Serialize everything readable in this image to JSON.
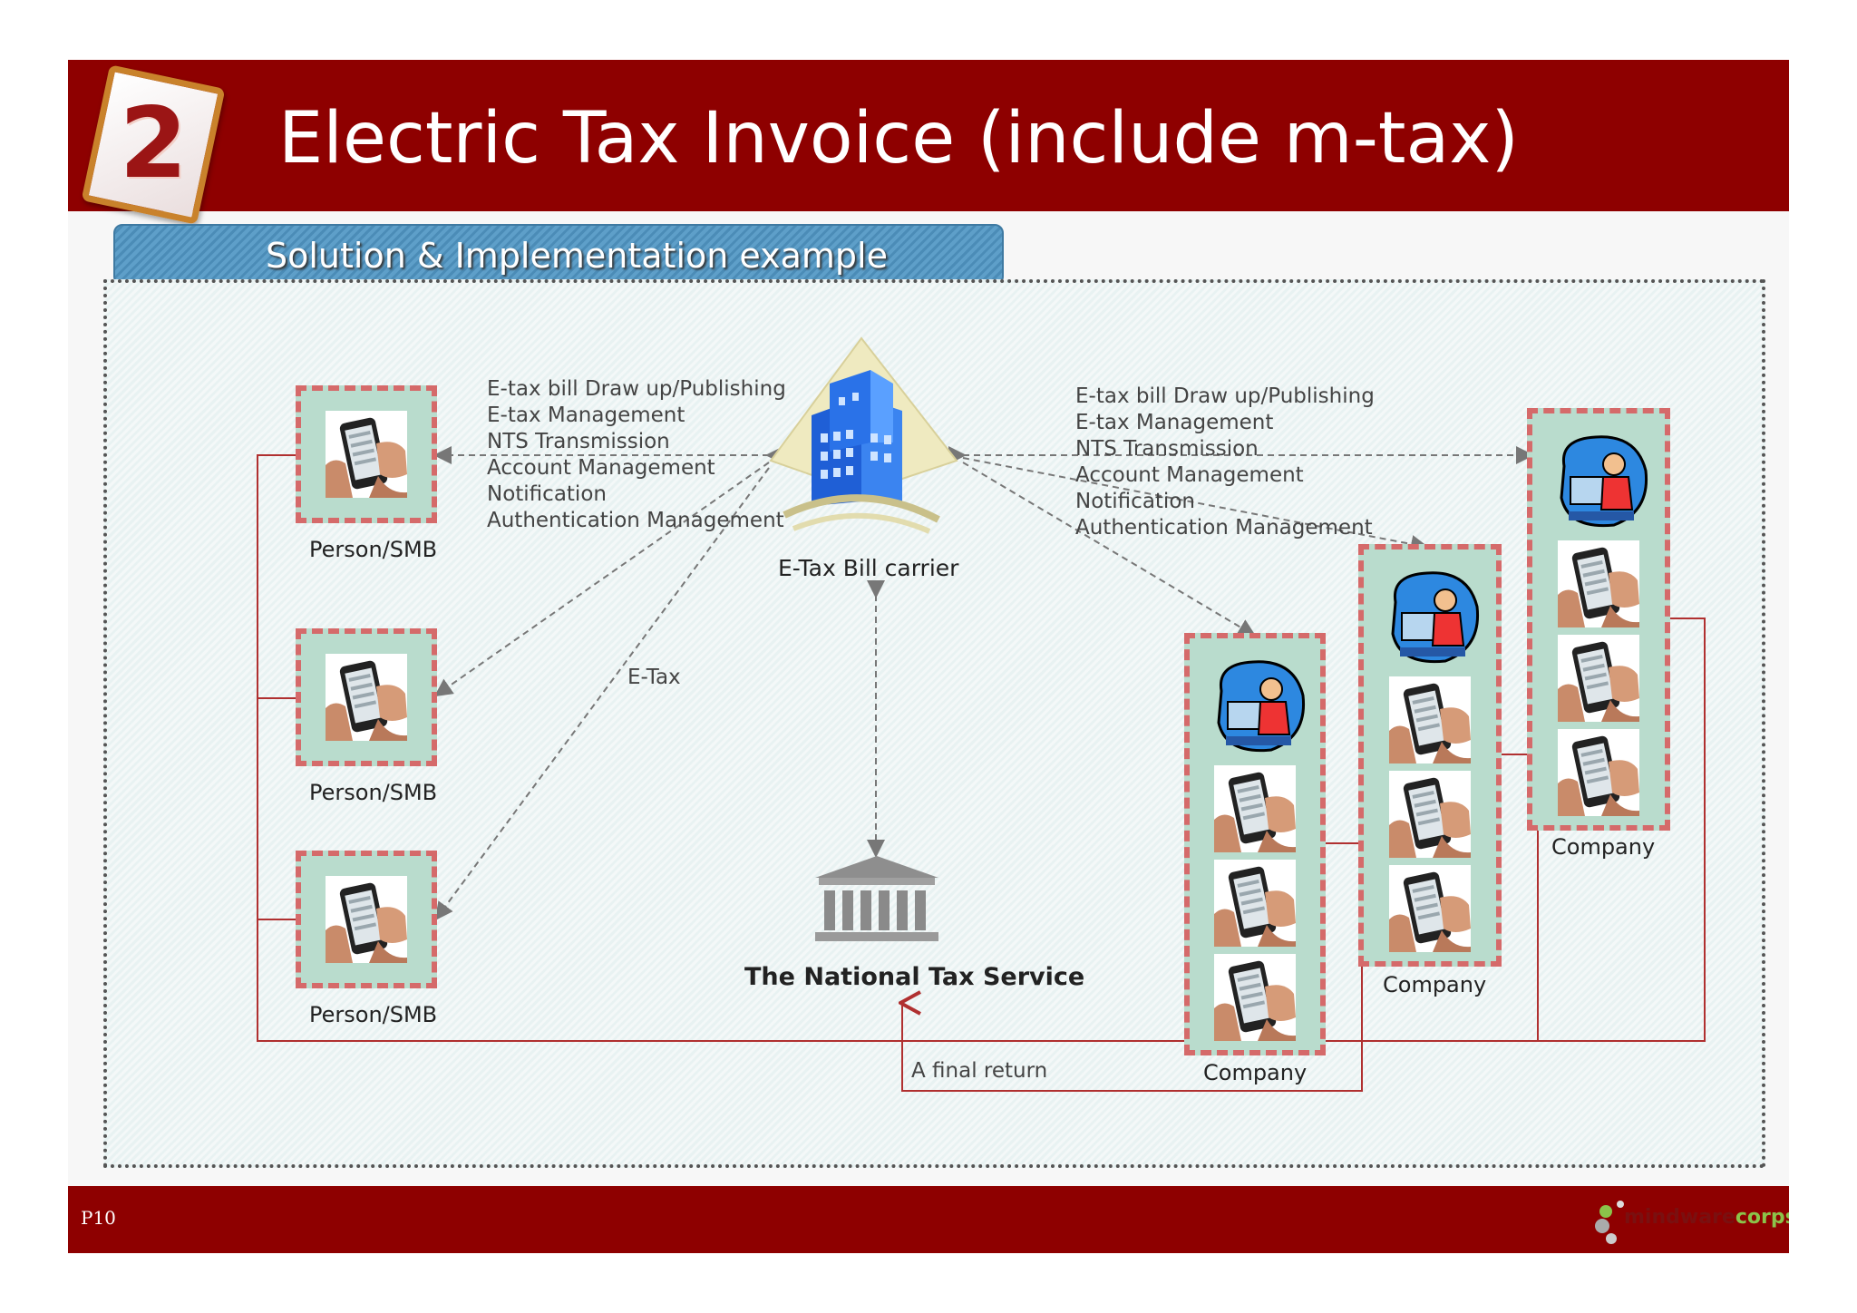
{
  "header": {
    "badge_number": "2",
    "title": "Electric Tax Invoice (include m-tax)"
  },
  "subtitle": "Solution & Implementation example",
  "carrier": {
    "label": "E-Tax Bill carrier"
  },
  "nts": {
    "label": "The National Tax Service"
  },
  "services_left": [
    "E-tax bill Draw up/Publishing",
    "E-tax Management",
    "NTS Transmission",
    "Account Management",
    "Notification",
    "Authentication Management"
  ],
  "services_right": [
    "E-tax bill Draw up/Publishing",
    "E-tax Management",
    "NTS Transmission",
    "Account Management",
    "Notification",
    "Authentication Management"
  ],
  "etax_label": "E-Tax",
  "final_return_label": "A final return",
  "person_nodes": [
    {
      "label": "Person/SMB"
    },
    {
      "label": "Person/SMB"
    },
    {
      "label": "Person/SMB"
    }
  ],
  "company_nodes": [
    {
      "label": "Company"
    },
    {
      "label": "Company"
    },
    {
      "label": "Company"
    }
  ],
  "footer": {
    "page": "P10",
    "logo": "mindwarecorps"
  },
  "colors": {
    "header_red": "#8e0000",
    "node_border": "#d56a6a",
    "node_fill": "#b9dccd",
    "return_line": "#b03030"
  }
}
